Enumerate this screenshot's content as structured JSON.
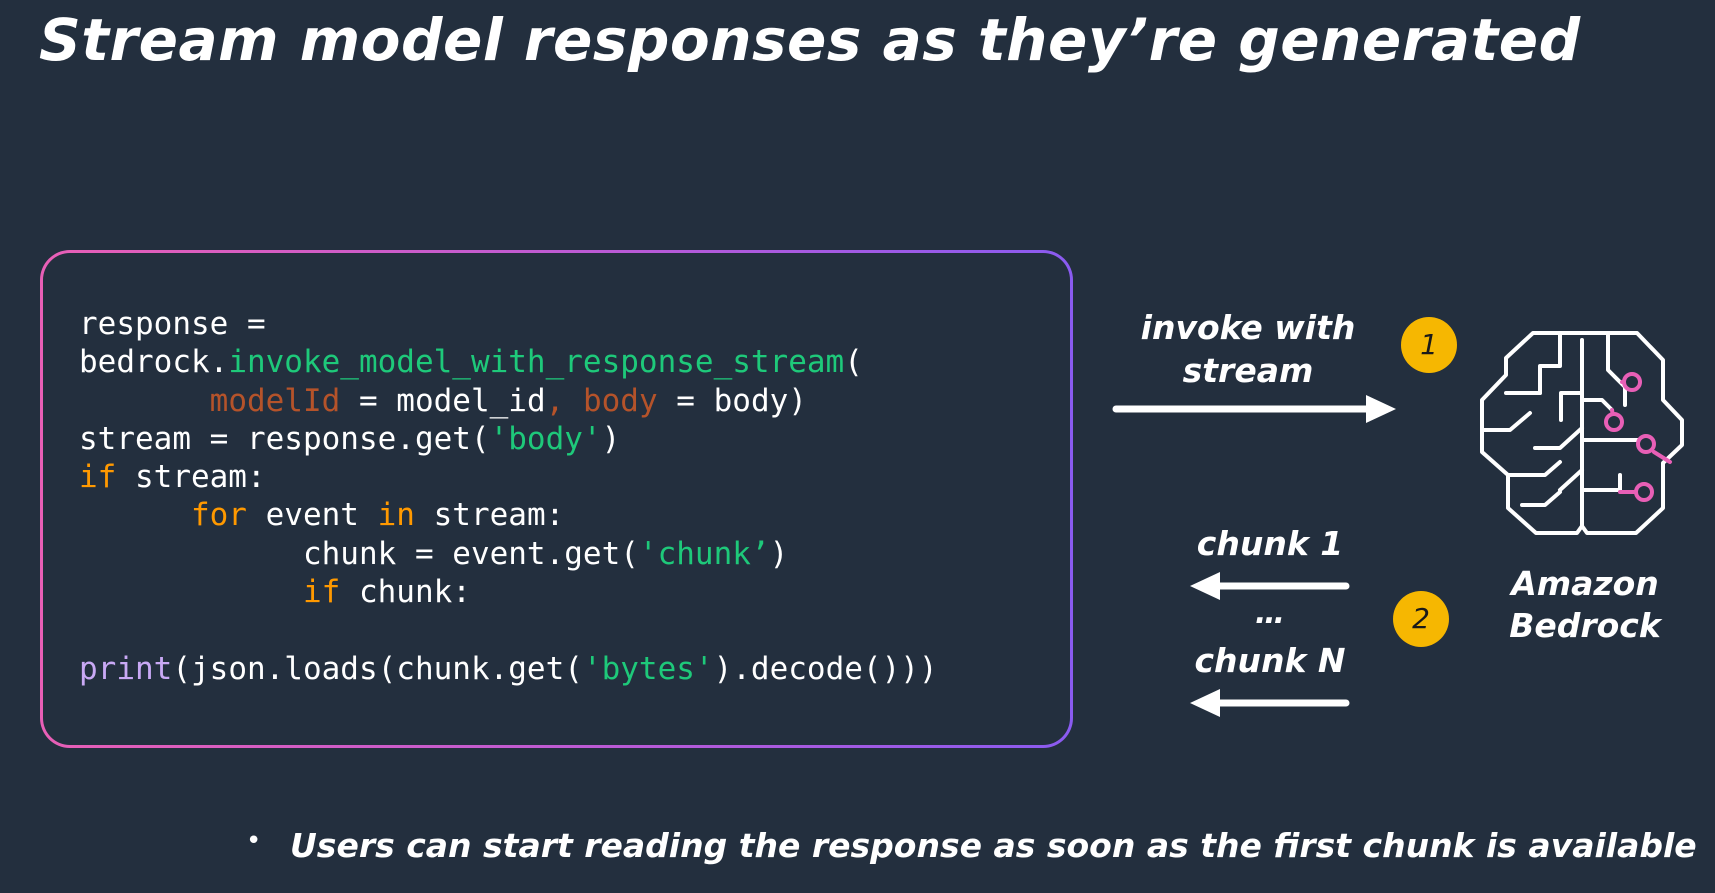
{
  "title": "Stream model responses as they’re generated",
  "code": {
    "line1": {
      "a": "response ="
    },
    "line2": {
      "a": "bedrock.",
      "fn": "invoke_model_with_response_stream",
      "b": "("
    },
    "line3": {
      "indent": "       ",
      "p1": "modelId",
      "a": " = model_id",
      "comma": ",",
      "sp": " ",
      "p2": "body",
      "b": " = body)"
    },
    "line4": {
      "a": "stream = response.get(",
      "s": "'body'",
      "b": ")"
    },
    "line5": {
      "kw": "if",
      "a": " stream:"
    },
    "line6": {
      "indent": "      ",
      "kw1": "for",
      "a": " event ",
      "kw2": "in",
      "b": " stream:"
    },
    "line7": {
      "indent": "            ",
      "a": "chunk = event.get(",
      "s": "'chunk’",
      "b": ")"
    },
    "line8": {
      "indent": "            ",
      "kw": "if",
      "a": " chunk:"
    },
    "line10": {
      "builtin": "print",
      "a": "(json.loads(chunk.get(",
      "s": "'bytes'",
      "b": ").decode()))"
    }
  },
  "flow": {
    "invoke_label_line1": "invoke with",
    "invoke_label_line2": "stream",
    "step1": "1",
    "step2": "2",
    "chunk_first": "chunk 1",
    "ellipsis": "…",
    "chunk_last": "chunk N"
  },
  "service": {
    "name_line1": "Amazon",
    "name_line2": "Bedrock",
    "icon": "brain-circuit-icon"
  },
  "footer": {
    "bullet": "•",
    "text": "Users can start reading the response as soon as the first chunk is available"
  },
  "colors": {
    "background": "#232f3e",
    "function": "#1ec97a",
    "string": "#1ec97a",
    "parameter": "#b5532a",
    "keyword": "#ff9900",
    "builtin": "#c9a9f5",
    "badge": "#f6b701",
    "accent_pink": "#e85fb6"
  }
}
